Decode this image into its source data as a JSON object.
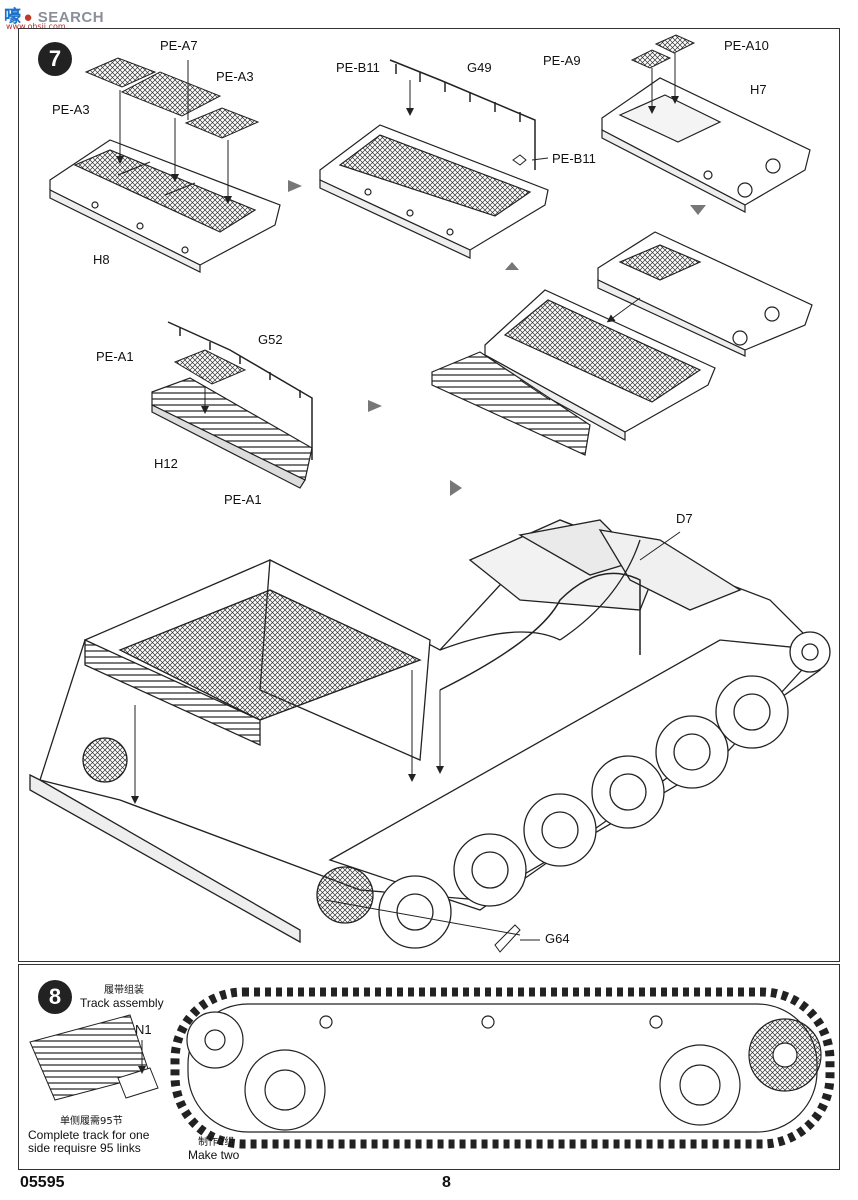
{
  "watermark": {
    "text": "SEARCH",
    "cn": "嚎",
    "sub": "www.ohsii.com"
  },
  "step7": {
    "number": "7",
    "labels": {
      "pe_a7": "PE-A7",
      "pe_a3_left": "PE-A3",
      "pe_a3_right": "PE-A3",
      "h8": "H8",
      "pe_b11_top": "PE-B11",
      "g49": "G49",
      "pe_b11_right": "PE-B11",
      "pe_a9": "PE-A9",
      "pe_a10": "PE-A10",
      "h7": "H7",
      "pe_a1_top": "PE-A1",
      "g52": "G52",
      "h12": "H12",
      "pe_a1_bottom": "PE-A1",
      "d7": "D7",
      "g64": "G64"
    }
  },
  "step8": {
    "number": "8",
    "title_cn": "履带组装",
    "title_en": "Track assembly",
    "n1": "N1",
    "note_cn": "单侧履需95节",
    "note_en_1": "Complete track for one",
    "note_en_2": "side requisre 95 links",
    "make_cn": "制作2组",
    "make_en": "Make two"
  },
  "footer": {
    "code": "05595",
    "page": "8"
  }
}
